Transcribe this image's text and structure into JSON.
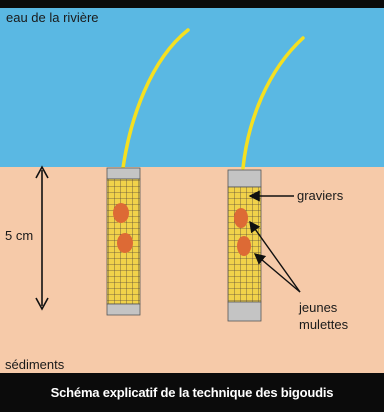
{
  "labels": {
    "water": "eau de la rivière",
    "depth": "5 cm",
    "sediment": "sédiments",
    "gravel": "graviers",
    "mussels_line1": "jeunes",
    "mussels_line2": "mulettes"
  },
  "caption": "Schéma explicatif de la technique des bigoudis",
  "colors": {
    "water": "#5ab8e3",
    "sediment": "#f6caa9",
    "string": "#f5e021",
    "mesh_fill": "#f1d24a",
    "mesh_line": "#5a4a3a",
    "mussel": "#dd6a35",
    "cap": "#c4c4c4",
    "caption_bar": "#0b0b0b",
    "caption_text": "#ffffff"
  },
  "icons": [
    "double-arrow-icon",
    "pointer-arrow-icon"
  ]
}
